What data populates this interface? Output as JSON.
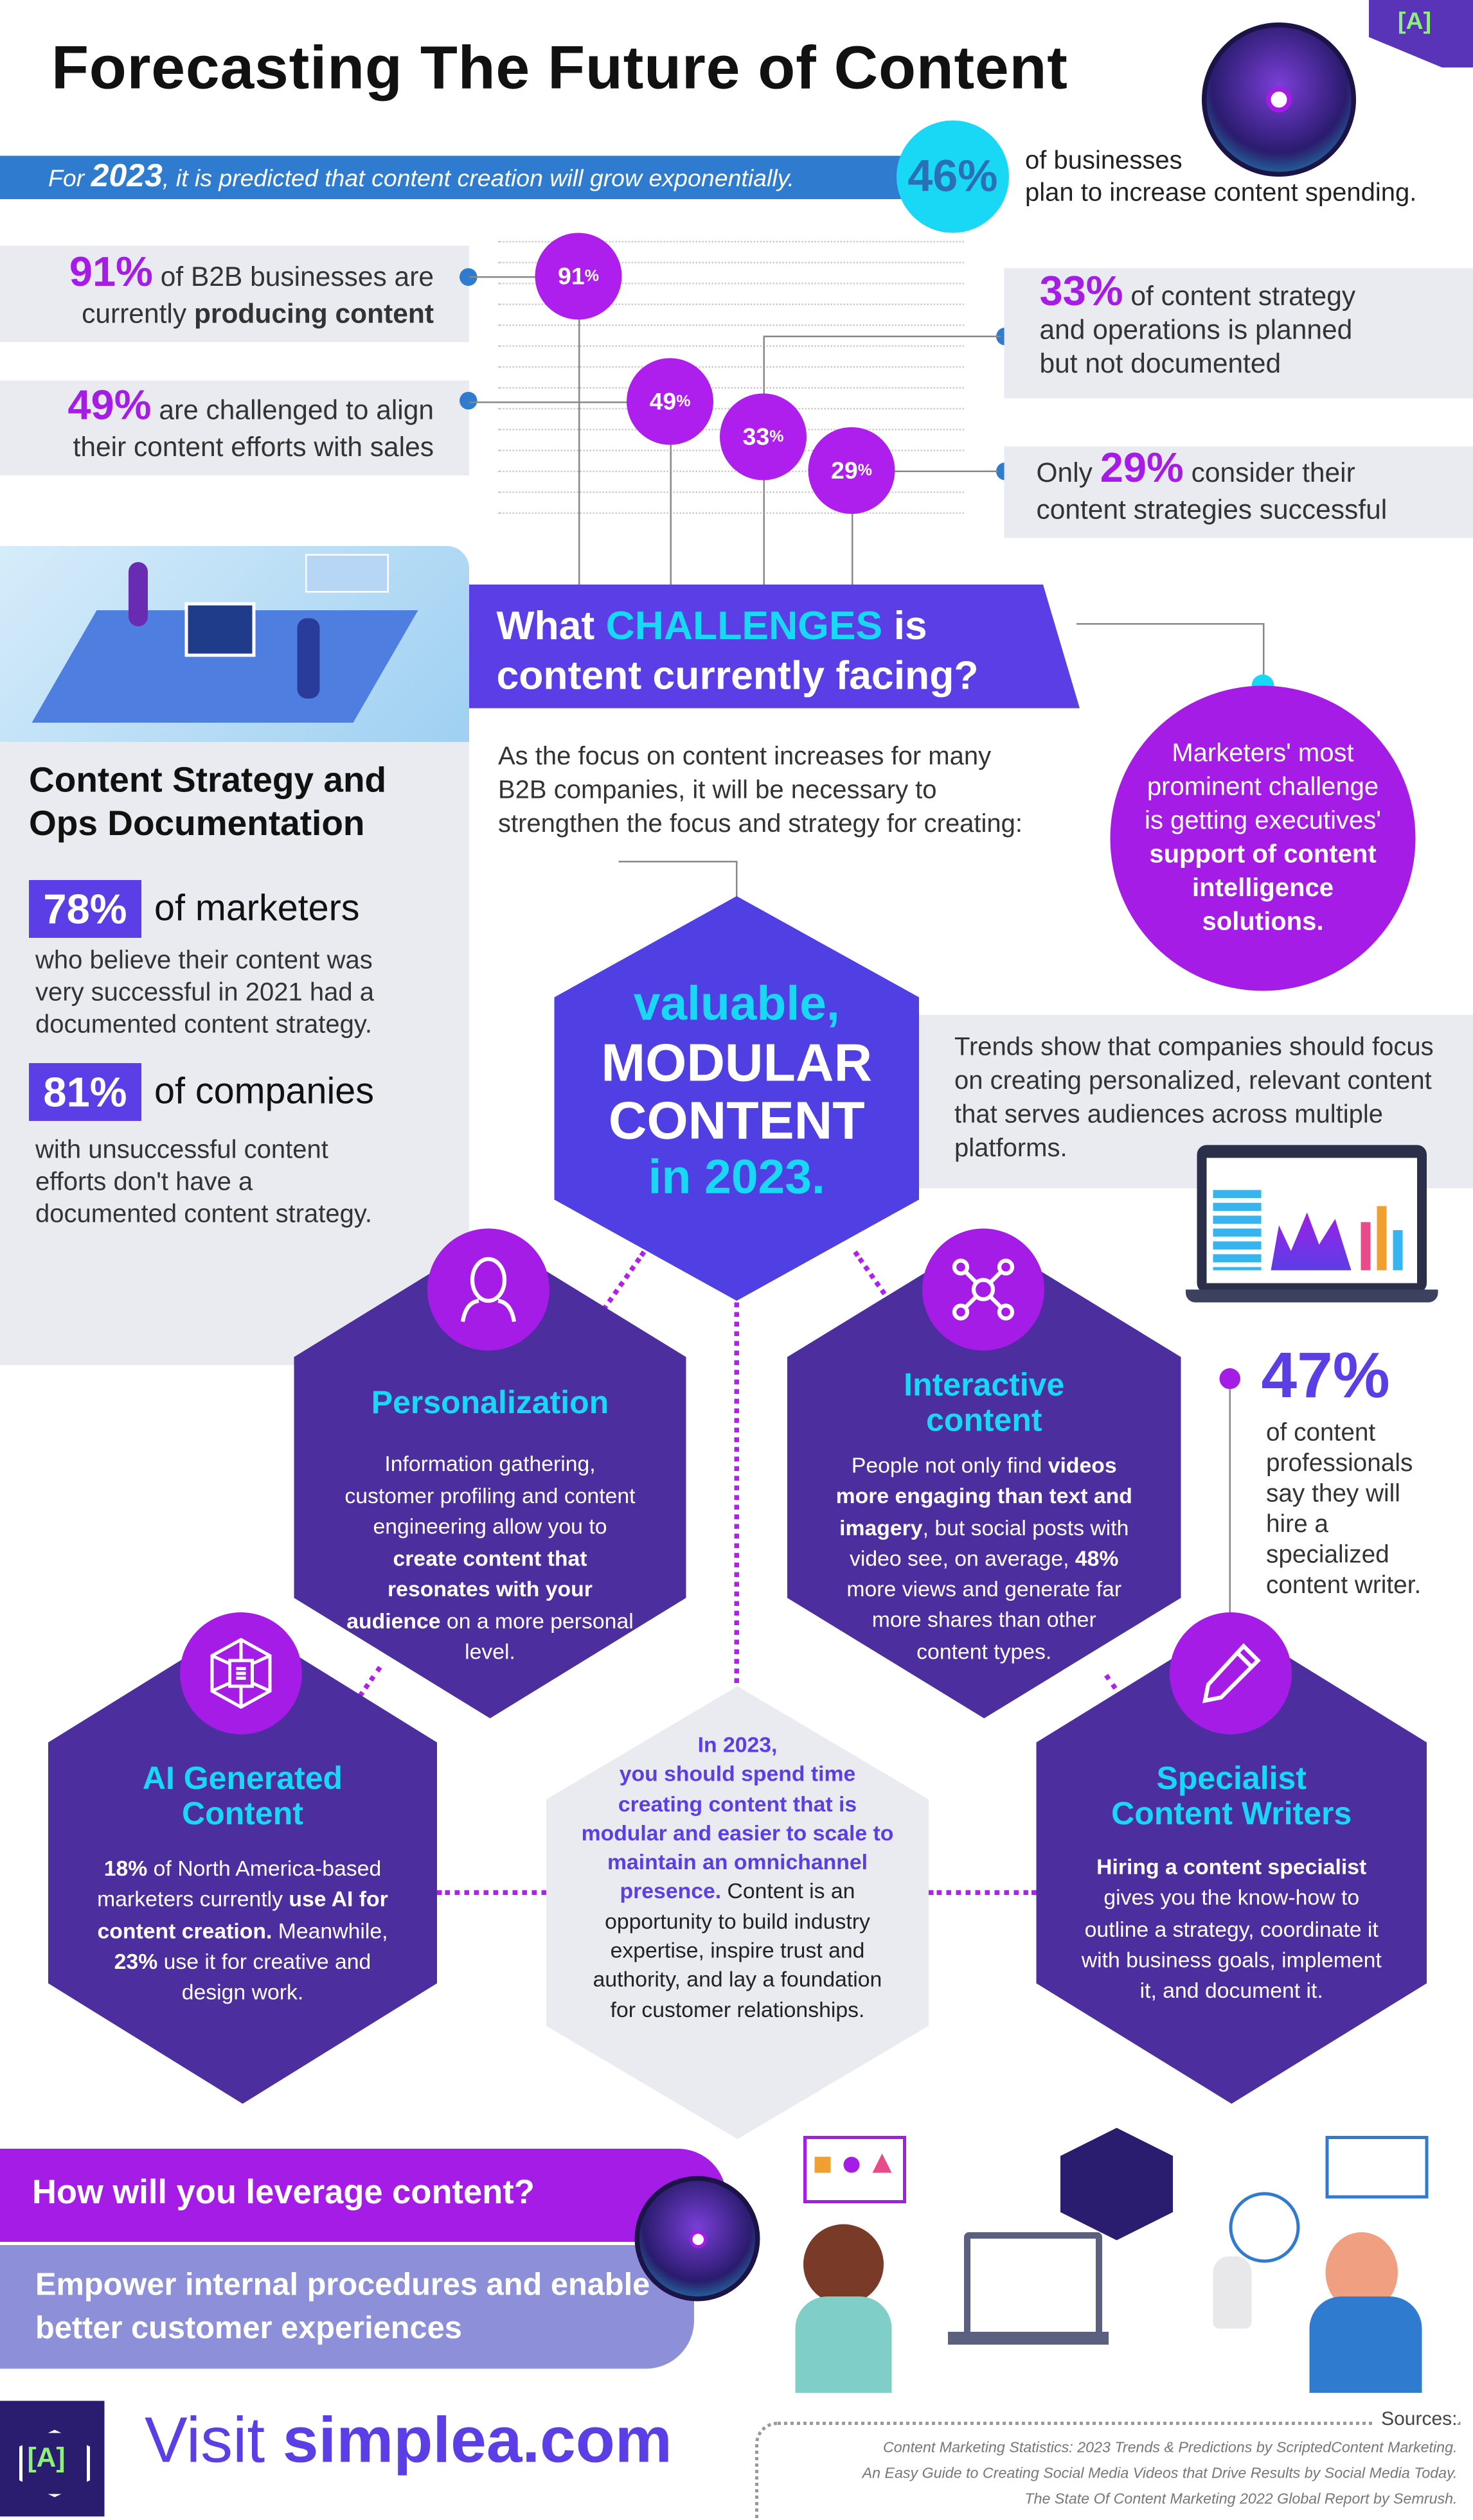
{
  "title": "Forecasting The Future of Content",
  "logo_text": "[A]",
  "banner": {
    "pre": "For ",
    "year": "2023",
    ",post": "",
    "post": ", it is predicted that content creation will grow exponentially."
  },
  "stat46": {
    "value": "46%",
    "line1": "of businesses",
    "line2": "plan to increase content spending."
  },
  "stats": {
    "s91": {
      "value": "91%",
      "text": " of B2B businesses are",
      "line2_pre": "currently ",
      "line2_bold": "producing content"
    },
    "s49": {
      "value": "49%",
      "text": " are challenged to align",
      "line2": "their content efforts with sales"
    },
    "s33": {
      "value": "33%",
      "text": " of content strategy",
      "line2": "and operations is planned",
      "line3": "but not documented"
    },
    "s29": {
      "pre": "Only ",
      "value": "29%",
      "text": " consider their",
      "line2": "content strategies successful"
    }
  },
  "bubbles": [
    {
      "num": "91",
      "pct": "%"
    },
    {
      "num": "49",
      "pct": "%"
    },
    {
      "num": "33",
      "pct": "%"
    },
    {
      "num": "29",
      "pct": "%"
    }
  ],
  "challenges": {
    "pre": "What ",
    "highlight": "CHALLENGES",
    "post": " is",
    "line2": "content currently facing?"
  },
  "intro": "As the focus on content increases for many B2B companies, it will be necessary to strengthen the focus and strategy for creating:",
  "marketers_circle": {
    "pre": "Marketers' most prominent challenge is getting executives' ",
    "bold": "support of content intelligence solutions."
  },
  "left_panel": {
    "heading": "Content Strategy and Ops Documentation",
    "stat78": {
      "value": "78%",
      "label": "of marketers",
      "desc": "who believe their content was very successful in 2021 had a documented content strategy."
    },
    "stat81": {
      "value": "81%",
      "label": "of companies",
      "desc": "with unsuccessful content efforts don't have a documented content strategy."
    }
  },
  "center_hex": {
    "l1": "valuable,",
    "l2": "MODULAR",
    "l3": "CONTENT",
    "l4": "in 2023."
  },
  "trends": "Trends show that companies should focus on creating personalized, relevant content that serves audiences across multiple platforms.",
  "personalization": {
    "title": "Personalization",
    "t1": "Information gathering, customer profiling and content engineering allow you to ",
    "b1": "create content that resonates with your audience",
    "t2": " on a more personal level."
  },
  "interactive": {
    "title1": "Interactive",
    "title2": "content",
    "t1": "People not only find ",
    "b1": "videos more engaging than text and imagery",
    "t2": ", but social posts with video see, on average, ",
    "b2": "48%",
    "t3": " more views and generate far more shares than other content types."
  },
  "stat47": {
    "value": "47%",
    "desc": "of content professionals say they will hire a specialized content writer."
  },
  "ai": {
    "title1": "AI Generated",
    "title2": "Content",
    "b1": "18%",
    "t1": " of North America-based marketers currently ",
    "b2": "use AI for content creation.",
    "t2": " Meanwhile, ",
    "b3": "23%",
    "t3": " use it for creative and design work."
  },
  "center_bottom": {
    "b1": "In 2023,",
    "b2": "you should spend time creating content that is modular and easier to scale to maintain an omnichannel presence.",
    "t1": " Content is an opportunity to build industry expertise, inspire trust and authority, and lay a foundation for customer relationships."
  },
  "specialist": {
    "title1": "Specialist",
    "title2": "Content Writers",
    "b1": "Hiring a content specialist",
    "t1": " gives you the know-how to outline a strategy, coordinate it with business goals, implement it, and document it."
  },
  "leverage": {
    "question": "How will you leverage content?",
    "answer": "Empower internal procedures and enable better customer experiences"
  },
  "footer": {
    "visit": "Visit ",
    "site": "simplea.com"
  },
  "sources": {
    "heading": "Sources:",
    "items": [
      "Content Marketing Statistics: 2023 Trends & Predictions by ScriptedContent Marketing.",
      "An Easy Guide to Creating Social Media Videos that Drive Results by Social Media Today.",
      "The State Of Content Marketing 2022 Global Report by Semrush."
    ]
  },
  "colors": {
    "purple": "#a51ce6",
    "blue": "#2f7bd0",
    "cyan": "#18d8f5",
    "hex_dark": "#4c2e9e",
    "hex_center": "#5040e4",
    "grey": "#e9ebf1"
  }
}
